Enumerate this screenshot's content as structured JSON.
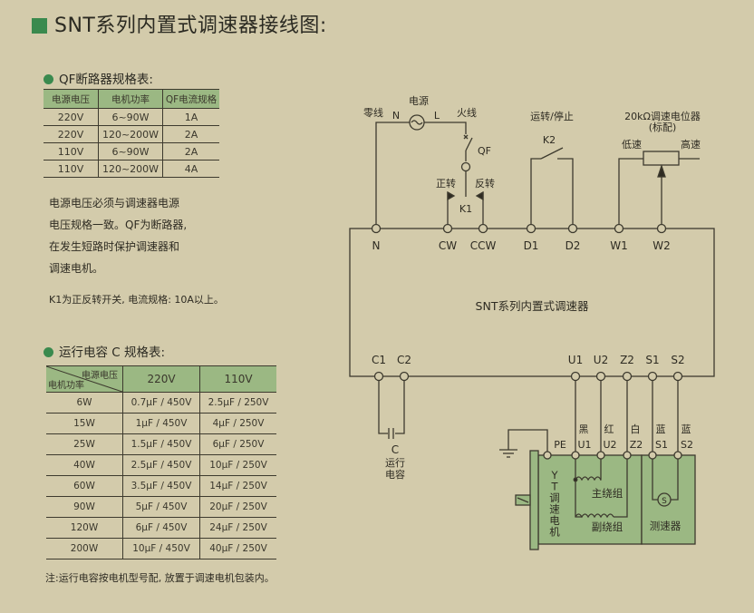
{
  "title": "SNT系列内置式调速器接线图:",
  "qf_table": {
    "heading": "QF断路器规格表:",
    "headers": [
      "电源电压",
      "电机功率",
      "QF电流规格"
    ],
    "rows": [
      [
        "220V",
        "6~90W",
        "1A"
      ],
      [
        "220V",
        "120~200W",
        "2A"
      ],
      [
        "110V",
        "6~90W",
        "2A"
      ],
      [
        "110V",
        "120~200W",
        "4A"
      ]
    ]
  },
  "notes": {
    "lines": [
      "电源电压必须与调速器电源",
      "电压规格一致。QF为断路器,",
      "在发生短路时保护调速器和",
      "调速电机。"
    ],
    "k1": "K1为正反转开关, 电流规格: 10A以上。"
  },
  "cap_table": {
    "heading": "运行电容 C 规格表:",
    "corner_top": "电源电压",
    "corner_bottom": "电机功率",
    "headers": [
      "220V",
      "110V"
    ],
    "rows": [
      [
        "6W",
        "0.7μF / 450V",
        "2.5μF / 250V"
      ],
      [
        "15W",
        "1μF / 450V",
        "4μF / 250V"
      ],
      [
        "25W",
        "1.5μF / 450V",
        "6μF / 250V"
      ],
      [
        "40W",
        "2.5μF / 450V",
        "10μF / 250V"
      ],
      [
        "60W",
        "3.5μF / 450V",
        "14μF / 250V"
      ],
      [
        "90W",
        "5μF / 450V",
        "20μF / 250V"
      ],
      [
        "120W",
        "6μF / 450V",
        "24μF / 250V"
      ],
      [
        "200W",
        "10μF / 450V",
        "40μF / 250V"
      ]
    ],
    "footnote": "注:运行电容按电机型号配, 放置于调速电机包装内。"
  },
  "diagram": {
    "controller_label": "SNT系列内置式调速器",
    "power_label": "电源",
    "neutral_label": "零线",
    "live_label": "火线",
    "n": "N",
    "l": "L",
    "qf": "QF",
    "k1": "K1",
    "forward": "正转",
    "reverse": "反转",
    "run_stop": "运转/停止",
    "k2": "K2",
    "pot_label": "20kΩ调速电位器",
    "pot_sub": "(标配)",
    "low_speed": "低速",
    "high_speed": "高速",
    "top_terminals": [
      "N",
      "CW",
      "CCW",
      "D1",
      "D2",
      "W1",
      "W2"
    ],
    "bottom_terminals": [
      "C1",
      "C2",
      "U1",
      "U2",
      "Z2",
      "S1",
      "S2"
    ],
    "cap_label": "C",
    "cap_desc1": "运行",
    "cap_desc2": "电容",
    "wire_colors": [
      "黑",
      "红",
      "白",
      "蓝",
      "蓝"
    ],
    "motor_terminals": [
      "PE",
      "U1",
      "U2",
      "Z2",
      "S1",
      "S2"
    ],
    "motor_label": [
      "Y",
      "T",
      "调",
      "速",
      "电",
      "机"
    ],
    "main_winding": "主绕组",
    "aux_winding": "副绕组",
    "tacho": "测速器",
    "tacho_symbol": "S"
  },
  "colors": {
    "background": "#d3cbab",
    "accent_green": "#3a8a4e",
    "table_header": "#9bb883",
    "motor_fill": "#9bb883",
    "line": "#3d3a2e"
  }
}
